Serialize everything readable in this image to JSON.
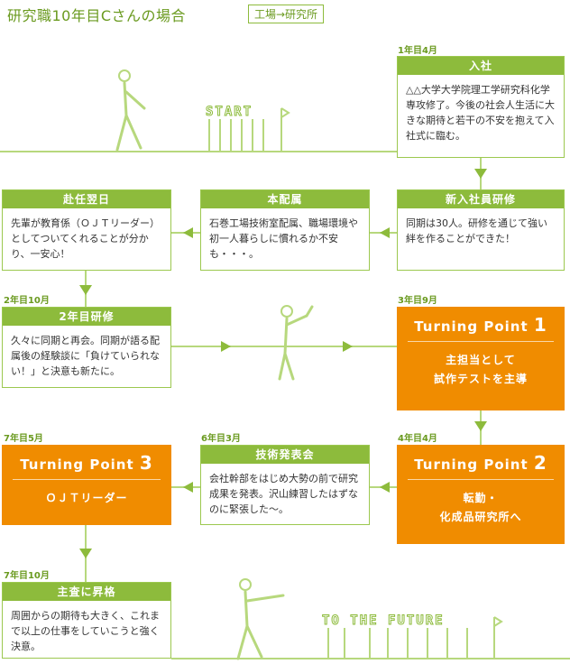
{
  "page": {
    "title": "研究職10年目Cさんの場合",
    "subtitle": "工場→研究所"
  },
  "colors": {
    "green": "#8dbb3c",
    "orange": "#f08c00",
    "line": "#b7d87d"
  },
  "labels": {
    "start": "START",
    "future": "TO THE FUTURE"
  },
  "dates": {
    "nyusha": "1年目4月",
    "y2m10": "2年目10月",
    "y3m9": "3年目9月",
    "y7m5": "7年目5月",
    "y6m3": "6年目3月",
    "y4m4": "4年目4月",
    "y7m10": "7年目10月"
  },
  "cards": {
    "nyusha": {
      "title": "入社",
      "text": "△△大学大学院理工学研究科化学専攻修了。今後の社会人生活に大きな期待と若干の不安を抱えて入社式に臨む。"
    },
    "shinnyu": {
      "title": "新入社員研修",
      "text": "同期は30人。研修を通じて強い絆を作ることができた！"
    },
    "honhaizoku": {
      "title": "本配属",
      "text": "石巻工場技術室配属、職場環境や初一人暮らしに慣れるか不安も・・・。"
    },
    "funin": {
      "title": "赴任翌日",
      "text": "先輩が教育係（ＯＪＴリーダー）としてついてくれることが分かり、一安心！"
    },
    "kenshu2": {
      "title": "2年目研修",
      "text": "久々に同期と再会。同期が語る配属後の経験談に「負けていられない！」と決意も新たに。"
    },
    "gijutsu": {
      "title": "技術発表会",
      "text": "会社幹部をはじめ大勢の前で研究成果を発表。沢山練習したはずなのに緊張した〜。"
    },
    "shokaku": {
      "title": "主査に昇格",
      "text": "周囲からの期待も大きく、これまで以上の仕事をしていこうと強く決意。"
    }
  },
  "turning_points": {
    "tp1": {
      "label": "Turning Point",
      "num": "1",
      "line1": "主担当として",
      "line2": "試作テストを主導"
    },
    "tp2": {
      "label": "Turning Point",
      "num": "2",
      "line1": "転勤・",
      "line2": "化成品研究所へ"
    },
    "tp3": {
      "label": "Turning Point",
      "num": "3",
      "line1": "ＯＪＴリーダー",
      "line2": ""
    }
  }
}
